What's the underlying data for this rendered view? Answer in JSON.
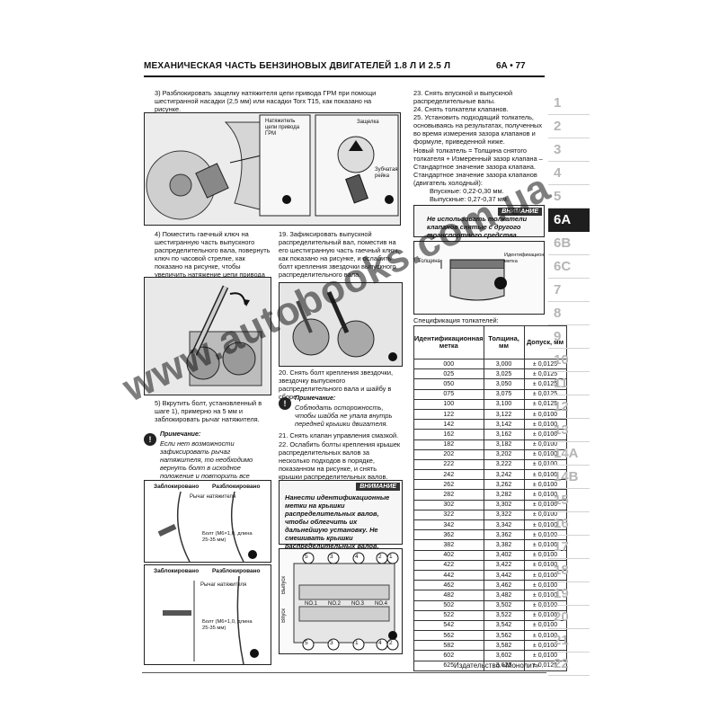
{
  "header": {
    "title": "МЕХАНИЧЕСКАЯ ЧАСТЬ БЕНЗИНОВЫХ ДВИГАТЕЛЕЙ 1.8 Л И 2.5 Л",
    "page": "6A • 77"
  },
  "left": {
    "step3": "3) Разблокировать защелку натяжителя цепи привода ГРМ при помощи шестигранной насадки (2,5 мм) или насадки Torx T15, как показано на рисунке.",
    "fig1_label_tensioner": "Натяжитель цепи привода ГРМ",
    "fig1_label_latch": "Защелка",
    "fig1_label_pin": "Зубчатая рейка",
    "step4": "4) Поместить гаечный ключ на шестигранную часть выпускного распределительного вала, повернуть ключ по часовой стрелке, как показано на рисунке, чтобы увеличить натяжение цепи привода ГРМ.",
    "step5": "5) Вкрутить болт, установленный в шаге 1), примерно на 5 мм и заблокировать рычаг натяжителя.",
    "note_title": "Примечание:",
    "note_text": "Если нет возможности зафиксировать рычаг натяжителя, то необходимо вернуть болт в исходное положение и повторить все процедуры с шага 1.",
    "fig3_locked": "Заблокировано",
    "fig3_unlocked": "Разблокировано",
    "fig3_lever": "Рычаг натяжителя",
    "fig3_bolt": "Болт (M6×1,0, длина 25-35 мм)",
    "fig4_locked": "Заблокировано",
    "fig4_unlocked": "Разблокировано",
    "fig4_lever": "Рычаг натяжителя",
    "fig4_bolt": "Болт (M6×1,0, длина 25-35 мм)"
  },
  "middle": {
    "step19": "19. Зафиксировать выпускной распределительный вал, поместив на его шестигранную часть гаечный ключ, как показано на рисунке, и ослабить болт крепления звездочки выпускного распределительного вала.",
    "step20": "20. Снять болт крепления звездочки, звездочку выпускного распределительного вала и шайбу в сборе.",
    "note_title": "Примечание:",
    "note_text": "Соблюдать осторожность, чтобы шайба не упала внутрь передней крышки двигателя.",
    "step21": "21. Снять клапан управления смазкой.",
    "step22": "22. Ослабить болты крепления крышек распределительных валов за несколько подходов в порядке, показанном на рисунке, и снять крышки распределительных валов.",
    "warn_head": "ВНИМАНИЕ",
    "warn_text": "Нанести идентификационные метки на крышки распределительных валов, чтобы облегчить их дальнейшую установку. Не смешивать крышки распределительных валов.",
    "fig_exhaust": "Выпуск",
    "fig_intake": "Впуск",
    "caps": [
      "NO.1",
      "NO.2",
      "NO.3",
      "NO.4"
    ],
    "circled": [
      "5",
      "3",
      "4",
      "2",
      "1",
      "5",
      "3",
      "1",
      "4",
      "2"
    ]
  },
  "right": {
    "step23": "23. Снять впускной и выпускной распределительные валы.",
    "step24": "24. Снять толкатели клапанов.",
    "step25": "25. Установить подходящий толкатель, основываясь на результатах, полученных во время измерения зазора клапанов и формуле, приведенной ниже.",
    "formula": "Новый толкатель = Толщина снятого толкателя + Измеренный зазор клапана – Стандартное значение зазора клапана.",
    "std_title": "Стандартное значение зазора клапанов (двигатель холодный):",
    "intake": "Впускные: 0,22-0,30 мм.",
    "exhaust": "Выпускные: 0,27-0,37 мм.",
    "warn_head": "ВНИМАНИЕ",
    "warn_text": "Не использовать толкатели клапанов снятые с другого транспортного средства.",
    "fig_thickness": "Толщина",
    "fig_mark": "Идентификационная метка",
    "spec_title": "Спецификация толкателей:",
    "table": {
      "headers": [
        "Идентификационная метка",
        "Толщина, мм",
        "Допуск, мм"
      ],
      "rows": [
        [
          "000",
          "3,000",
          "± 0,0125"
        ],
        [
          "025",
          "3,025",
          "± 0,0125"
        ],
        [
          "050",
          "3,050",
          "± 0,0125"
        ],
        [
          "075",
          "3,075",
          "± 0,0125"
        ],
        [
          "100",
          "3,100",
          "± 0,0125"
        ],
        [
          "122",
          "3,122",
          "± 0,0100"
        ],
        [
          "142",
          "3,142",
          "± 0,0100"
        ],
        [
          "162",
          "3,162",
          "± 0,0100"
        ],
        [
          "182",
          "3,182",
          "± 0,0100"
        ],
        [
          "202",
          "3,202",
          "± 0,0100"
        ],
        [
          "222",
          "3,222",
          "± 0,0100"
        ],
        [
          "242",
          "3,242",
          "± 0,0100"
        ],
        [
          "262",
          "3,262",
          "± 0,0100"
        ],
        [
          "282",
          "3,282",
          "± 0,0100"
        ],
        [
          "302",
          "3,302",
          "± 0,0100"
        ],
        [
          "322",
          "3,322",
          "± 0,0100"
        ],
        [
          "342",
          "3,342",
          "± 0,0100"
        ],
        [
          "362",
          "3,362",
          "± 0,0100"
        ],
        [
          "382",
          "3,382",
          "± 0,0100"
        ],
        [
          "402",
          "3,402",
          "± 0,0100"
        ],
        [
          "422",
          "3,422",
          "± 0,0100"
        ],
        [
          "442",
          "3,442",
          "± 0,0100"
        ],
        [
          "462",
          "3,462",
          "± 0,0100"
        ],
        [
          "482",
          "3,482",
          "± 0,0100"
        ],
        [
          "502",
          "3,502",
          "± 0,0100"
        ],
        [
          "522",
          "3,522",
          "± 0,0100"
        ],
        [
          "542",
          "3,542",
          "± 0,0100"
        ],
        [
          "562",
          "3,562",
          "± 0,0100"
        ],
        [
          "582",
          "3,582",
          "± 0,0100"
        ],
        [
          "602",
          "3,602",
          "± 0,0100"
        ],
        [
          "625",
          "3,625",
          "± 0,0125"
        ]
      ]
    }
  },
  "tabs": [
    "1",
    "2",
    "3",
    "4",
    "5",
    "6A",
    "6B",
    "6C",
    "7",
    "8",
    "9",
    "10",
    "11",
    "12",
    "13",
    "14A",
    "14B",
    "15",
    "16",
    "17",
    "18",
    "19",
    "20",
    "21",
    "22"
  ],
  "active_tab": "6A",
  "watermark": "www.autobooks.com.ua",
  "publisher": "Издательство «Монолит»"
}
